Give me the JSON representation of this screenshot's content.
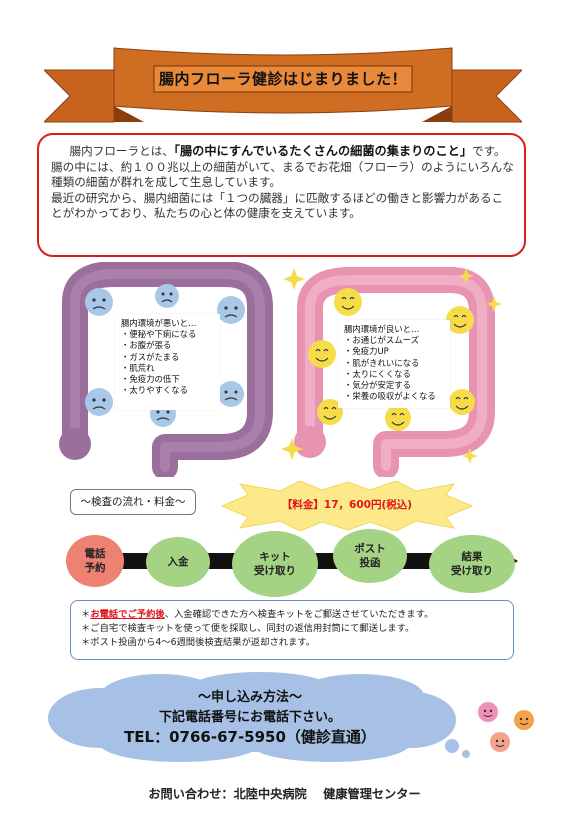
{
  "title": "腸内フローラ健診はじまりました！",
  "intro": {
    "lead_text": "腸内フローラとは、",
    "emphasis": "「腸の中にすんでいるたくさんの細菌の集まりのこと」",
    "lead_tail": "です。",
    "para2": "腸の中には、約１００兆以上の細菌がいて、まるでお花畑（フローラ）のようにいろんな種類の細菌が群れを成して生息しています。",
    "para3": "最近の研究から、腸内細菌には「１つの臓器」に匹敵するほどの働きと影響力があることがわかっており、私たちの心と体の健康を支えています。"
  },
  "bad_state": {
    "title": "腸内環境が悪いと…",
    "items": [
      "・便秘や下痢になる",
      "・お腹が張る",
      "・ガスがたまる",
      "・肌荒れ",
      "・免疫力の低下",
      "・太りやすくなる"
    ]
  },
  "good_state": {
    "title": "腸内環境が良いと…",
    "items": [
      "・お通じがスムーズ",
      "・免疫力UP",
      "・肌がきれいになる",
      "・太りにくくなる",
      "・気分が安定する",
      "・栄養の吸収がよくなる"
    ]
  },
  "flow": {
    "heading": "～検査の流れ・料金～",
    "price": "【料金】17，600円(税込)",
    "steps": [
      {
        "line1": "電話",
        "line2": "予約"
      },
      {
        "line1": "入金",
        "line2": ""
      },
      {
        "line1": "キット",
        "line2": "受け取り"
      },
      {
        "line1": "ポスト",
        "line2": "投函"
      },
      {
        "line1": "結果",
        "line2": "受け取り"
      }
    ]
  },
  "notes": {
    "prefix1": "＊",
    "highlight1": "お電話でご予約後",
    "rest1": "、入金確認できた方へ検査キットをご郵送させていただきます。",
    "line2": "＊ご自宅で検査キットを使って便を採取し、同封の返信用封筒にて郵送します。",
    "line3": "＊ポスト投函から4～6週間後検査結果が返却されます。"
  },
  "application": {
    "title": "～申し込み方法～",
    "line2": "下記電話番号にお電話下さい。",
    "line3": "TEL：0766-67-5950（健診直通）"
  },
  "footer": "お問い合わせ：北陸中央病院　 健康管理センター",
  "colors": {
    "ribbon": "#c9641e",
    "ribbon_dark": "#8a3e0e",
    "intro_border": "#d61e1e",
    "bad_intestine": "#9a6f9c",
    "good_intestine": "#e893b2",
    "sad_face": "#a9c8e8",
    "happy_face": "#f7dc4a",
    "phone_step": "#ee8272",
    "step_green": "#a4d483",
    "price_burst": "#fbe98a",
    "price_text": "#e0141e",
    "cloud": "#a7c1e6",
    "notes_border": "#6a8fbf"
  }
}
